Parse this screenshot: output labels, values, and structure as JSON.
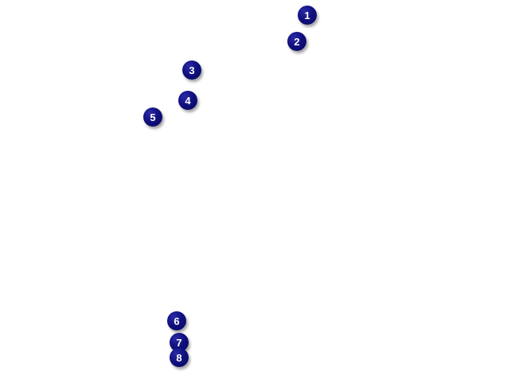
{
  "markers": [
    {
      "label": "1"
    },
    {
      "label": "2"
    },
    {
      "label": "3"
    },
    {
      "label": "4"
    },
    {
      "label": "5"
    },
    {
      "label": "6"
    },
    {
      "label": "7"
    },
    {
      "label": "8"
    }
  ],
  "colors": {
    "marker_fill": "#10107e",
    "marker_text": "#ffffff",
    "background": "#ffffff"
  }
}
